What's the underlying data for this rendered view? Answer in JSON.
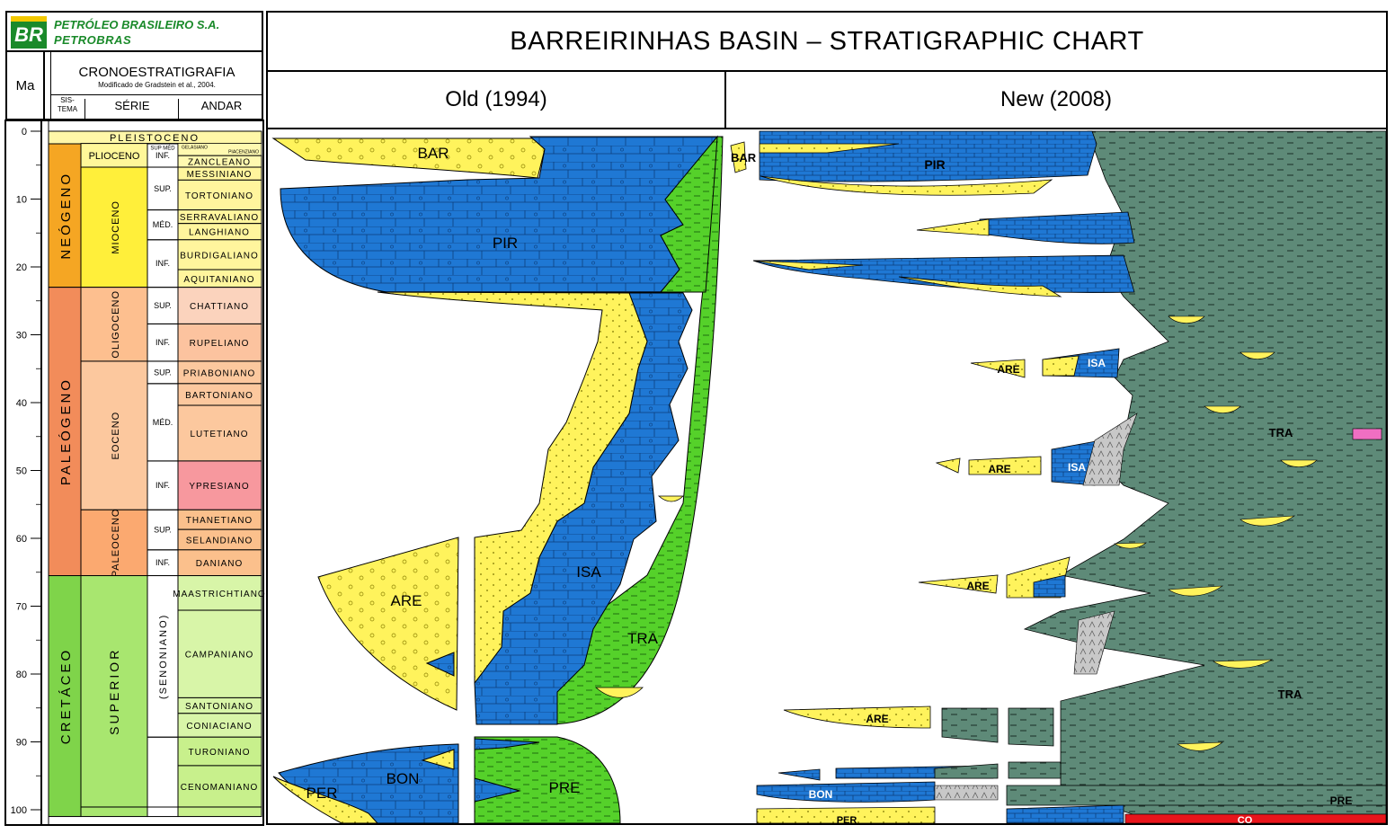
{
  "header": {
    "company_line1": "PETRÓLEO BRASILEIRO S.A.",
    "company_line2": "PETROBRAS",
    "logo_text": "BR",
    "title": "BARREIRINHAS BASIN – STRATIGRAPHIC CHART",
    "old_label": "Old (1994)",
    "new_label": "New (2008)"
  },
  "chronostratigraphy": {
    "title": "CRONOESTRATIGRAFIA",
    "source": "Modificado de Gradstein et al., 2004.",
    "col_ma": "Ma",
    "col_sistema_1": "SIS-",
    "col_sistema_2": "TEMA",
    "col_serie": "SÉRIE",
    "col_andar": "ANDAR",
    "ma_ticks": [
      "0",
      "10",
      "20",
      "30",
      "40",
      "50",
      "60",
      "70",
      "80",
      "90",
      "100"
    ],
    "systems": [
      {
        "label": "NEÓGENO",
        "top": 0,
        "bottom": 23,
        "color": "#f5a623"
      },
      {
        "label": "PALEÓGENO",
        "top": 23,
        "bottom": 65.5,
        "color": "#f28c5a"
      },
      {
        "label": "CRETÁCEO",
        "top": 65.5,
        "bottom": 101,
        "color": "#7fd44a"
      }
    ],
    "series": [
      {
        "label": "PLEISTOCENO",
        "top": 0,
        "bottom": 1.8,
        "color": "#fff7a8"
      },
      {
        "label": "PLIOCENO",
        "top": 1.8,
        "bottom": 5.3,
        "color": "#fff799"
      },
      {
        "label": "MIOCENO",
        "top": 5.3,
        "bottom": 23,
        "color": "#ffef3a"
      },
      {
        "label": "OLIGOCENO",
        "top": 23,
        "bottom": 33.9,
        "color": "#fdbf8f"
      },
      {
        "label": "EOCENO",
        "top": 33.9,
        "bottom": 55.8,
        "color": "#fcc89e"
      },
      {
        "label": "PALEOCENO",
        "top": 55.8,
        "bottom": 65.5,
        "color": "#fba970"
      },
      {
        "label": "SUPERIOR",
        "top": 65.5,
        "bottom": 99.6,
        "color": "#a8e66f"
      },
      {
        "label": "",
        "top": 99.6,
        "bottom": 101,
        "color": "#a8e66f"
      }
    ],
    "subseries": [
      {
        "label": "INF.",
        "top": 1.8,
        "bottom": 5.3
      },
      {
        "label": "SUP.",
        "top": 5.3,
        "bottom": 11.6
      },
      {
        "label": "MÉD.",
        "top": 11.6,
        "bottom": 16
      },
      {
        "label": "INF.",
        "top": 16,
        "bottom": 23
      },
      {
        "label": "SUP.",
        "top": 23,
        "bottom": 28.4
      },
      {
        "label": "INF.",
        "top": 28.4,
        "bottom": 33.9
      },
      {
        "label": "SUP.",
        "top": 33.9,
        "bottom": 37.2
      },
      {
        "label": "MÉD.",
        "top": 37.2,
        "bottom": 48.6
      },
      {
        "label": "INF.",
        "top": 48.6,
        "bottom": 55.8
      },
      {
        "label": "SUP.",
        "top": 55.8,
        "bottom": 61.7
      },
      {
        "label": "INF.",
        "top": 61.7,
        "bottom": 65.5
      },
      {
        "label": "(SENONIANO)",
        "top": 65.5,
        "bottom": 89.3
      },
      {
        "label": "",
        "top": 89.3,
        "bottom": 101
      }
    ],
    "sup_med_label": "SUP MÉD",
    "gelasiano": "GELASIANO",
    "piacenziano": "PIACENZIANO",
    "stages": [
      {
        "label": "ZANCLEANO",
        "top": 3.6,
        "bottom": 5.3,
        "color": "#fff9b0"
      },
      {
        "label": "MESSINIANO",
        "top": 5.3,
        "bottom": 7.2,
        "color": "#fff59d"
      },
      {
        "label": "TORTONIANO",
        "top": 7.2,
        "bottom": 11.6,
        "color": "#fff59d"
      },
      {
        "label": "SERRAVALIANO",
        "top": 11.6,
        "bottom": 13.6,
        "color": "#fff59d"
      },
      {
        "label": "LANGHIANO",
        "top": 13.6,
        "bottom": 16,
        "color": "#fff59d"
      },
      {
        "label": "BURDIGALIANO",
        "top": 16,
        "bottom": 20.4,
        "color": "#fff59d"
      },
      {
        "label": "AQUITANIANO",
        "top": 20.4,
        "bottom": 23,
        "color": "#fff59d"
      },
      {
        "label": "CHATTIANO",
        "top": 23,
        "bottom": 28.4,
        "color": "#fbd3bd"
      },
      {
        "label": "RUPELIANO",
        "top": 28.4,
        "bottom": 33.9,
        "color": "#fcc39f"
      },
      {
        "label": "PRIABONIANO",
        "top": 33.9,
        "bottom": 37.2,
        "color": "#fcc89e"
      },
      {
        "label": "BARTONIANO",
        "top": 37.2,
        "bottom": 40.4,
        "color": "#fcc89e"
      },
      {
        "label": "LUTETIANO",
        "top": 40.4,
        "bottom": 48.6,
        "color": "#fcc89e"
      },
      {
        "label": "YPRESIANO",
        "top": 48.6,
        "bottom": 55.8,
        "color": "#f7989e"
      },
      {
        "label": "THANETIANO",
        "top": 55.8,
        "bottom": 58.7,
        "color": "#fbc08c"
      },
      {
        "label": "SELANDIANO",
        "top": 58.7,
        "bottom": 61.7,
        "color": "#fbc08c"
      },
      {
        "label": "DANIANO",
        "top": 61.7,
        "bottom": 65.5,
        "color": "#fbc08c"
      },
      {
        "label": "MAASTRICHTIANO",
        "top": 65.5,
        "bottom": 70.6,
        "color": "#d8f5a8"
      },
      {
        "label": "CAMPANIANO",
        "top": 70.6,
        "bottom": 83.5,
        "color": "#d8f5a8"
      },
      {
        "label": "SANTONIANO",
        "top": 83.5,
        "bottom": 85.8,
        "color": "#d8f5a8"
      },
      {
        "label": "CONIACIANO",
        "top": 85.8,
        "bottom": 89.3,
        "color": "#d8f5a8"
      },
      {
        "label": "TURONIANO",
        "top": 89.3,
        "bottom": 93.5,
        "color": "#c8f08c"
      },
      {
        "label": "CENOMANIANO",
        "top": 93.5,
        "bottom": 99.6,
        "color": "#c8f08c"
      },
      {
        "label": "",
        "top": 99.6,
        "bottom": 101,
        "color": "#c8f08c"
      }
    ]
  },
  "units_old": {
    "bar": "BAR",
    "pir": "PIR",
    "isa": "ISA",
    "are": "ARE",
    "tra": "TRA",
    "bon": "BON",
    "pre": "PRE",
    "per": "PER"
  },
  "units_new": {
    "bar": "BAR",
    "pir": "PIR",
    "isa1": "ISA",
    "isa2": "ISA",
    "are1": "ARE",
    "are2": "ARE",
    "are3": "ARE",
    "are4": "ARE",
    "tra1": "TRA",
    "tra2": "TRA",
    "bon": "BON",
    "pre": "PRE",
    "per": "PER",
    "co": "CO"
  },
  "colors": {
    "sandstone": "#fff35c",
    "limestone": "#1f78d4",
    "shale_green": "#55d12a",
    "shale_gray": "#5e8a78",
    "conglomerate": "#e8151b"
  }
}
